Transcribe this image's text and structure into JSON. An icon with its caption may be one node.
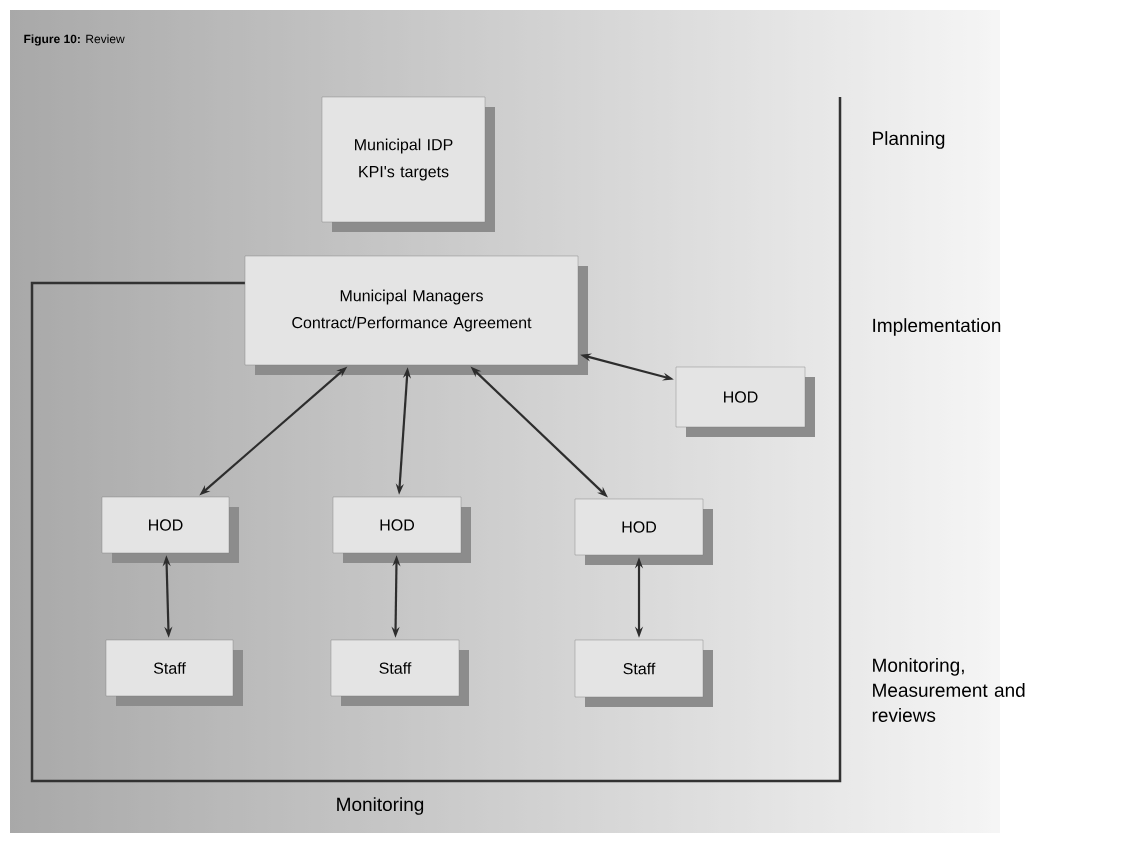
{
  "diagram": {
    "title": "**Figure 10:** Review",
    "nodes": [
      {
        "text": [
          "Municipal IDP KPI's targets"
        ]
      },
      {
        "text": [
          "Municipal Managers Contract/Performance Agreement"
        ]
      },
      {
        "text": [
          "HOD"
        ]
      },
      {
        "text": [
          "HOD"
        ]
      },
      {
        "text": [
          "HOD"
        ]
      },
      {
        "text": [
          "HOD"
        ]
      },
      {
        "text": [
          "Staff"
        ]
      },
      {
        "text": [
          "Staff"
        ]
      },
      {
        "text": [
          "Staff"
        ]
      }
    ],
    "edges": [
      {
        "from": 1,
        "to": 2,
        "arrow": "both"
      },
      {
        "from": 1,
        "to": 3,
        "arrow": "both"
      },
      {
        "from": 1,
        "to": 4,
        "arrow": "both"
      },
      {
        "from": 1,
        "to": 5,
        "arrow": "both"
      },
      {
        "from": 3,
        "to": 6,
        "arrow": "both"
      },
      {
        "from": 4,
        "to": 7,
        "arrow": "both"
      },
      {
        "from": 5,
        "to": 8,
        "arrow": "both"
      }
    ],
    "labels": [
      "Planning",
      "Implementation",
      "Monitoring, Measurement and reviews",
      "Monitoring"
    ]
  }
}
